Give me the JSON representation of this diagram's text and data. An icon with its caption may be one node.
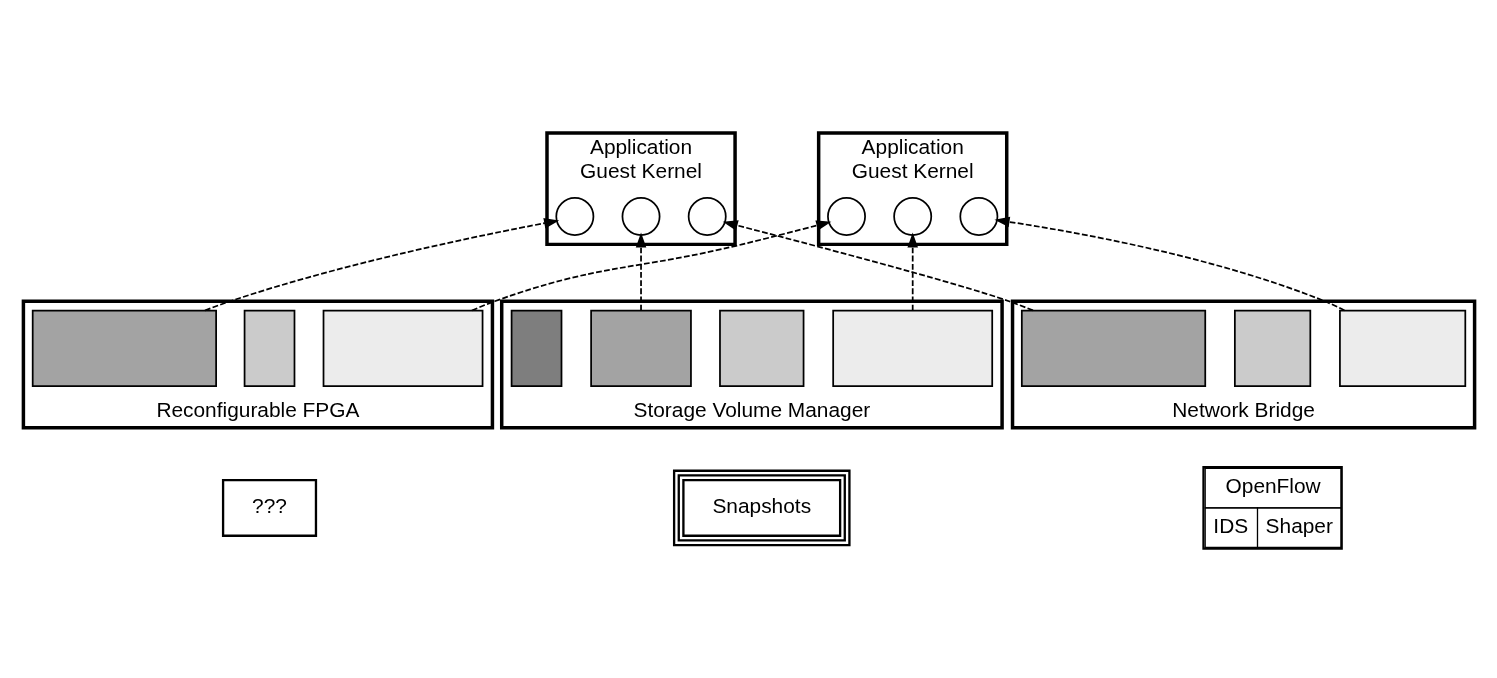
{
  "diagram": {
    "nodes": [
      {
        "text": [
          "Application",
          "Guest Kernel"
        ]
      },
      {
        "text": [],
        "shape": "circle",
        "in": 0
      },
      {
        "text": [],
        "shape": "circle",
        "in": 0
      },
      {
        "text": [],
        "shape": "circle",
        "in": 0
      },
      {
        "text": [
          "Application",
          "Guest Kernel"
        ]
      },
      {
        "text": [],
        "shape": "circle",
        "in": 4
      },
      {
        "text": [],
        "shape": "circle",
        "in": 4
      },
      {
        "text": [],
        "shape": "circle",
        "in": 4
      },
      {
        "text": [
          "Reconfigurable FPGA"
        ]
      },
      {
        "text": [],
        "shape": "box",
        "in": 8
      },
      {
        "text": [],
        "shape": "box",
        "in": 8
      },
      {
        "text": [],
        "shape": "box",
        "in": 8
      },
      {
        "text": [
          "Storage Volume Manager"
        ]
      },
      {
        "text": [],
        "shape": "box",
        "in": 12
      },
      {
        "text": [],
        "shape": "box",
        "in": 12
      },
      {
        "text": [],
        "shape": "box",
        "in": 12
      },
      {
        "text": [],
        "shape": "box",
        "in": 12
      },
      {
        "text": [
          "Network Bridge"
        ]
      },
      {
        "text": [],
        "shape": "box",
        "in": 17
      },
      {
        "text": [],
        "shape": "box",
        "in": 17
      },
      {
        "text": [],
        "shape": "box",
        "in": 17
      },
      {
        "text": [
          "???"
        ]
      },
      {
        "text": [
          "Snapshots"
        ]
      },
      {
        "text": [
          "OpenFlow",
          "IDS",
          "Shaper"
        ]
      }
    ],
    "edges": [
      {
        "from": 9,
        "to": 1,
        "arrow": "to",
        "style": "dashed"
      },
      {
        "from": 11,
        "to": 5,
        "arrow": "to",
        "style": "dashed"
      },
      {
        "from": 14,
        "to": 2,
        "arrow": "to",
        "style": "dashed"
      },
      {
        "from": 16,
        "to": 6,
        "arrow": "to",
        "style": "dashed"
      },
      {
        "from": 18,
        "to": 3,
        "arrow": "to",
        "style": "dashed"
      },
      {
        "from": 20,
        "to": 7,
        "arrow": "to",
        "style": "dashed"
      }
    ]
  }
}
